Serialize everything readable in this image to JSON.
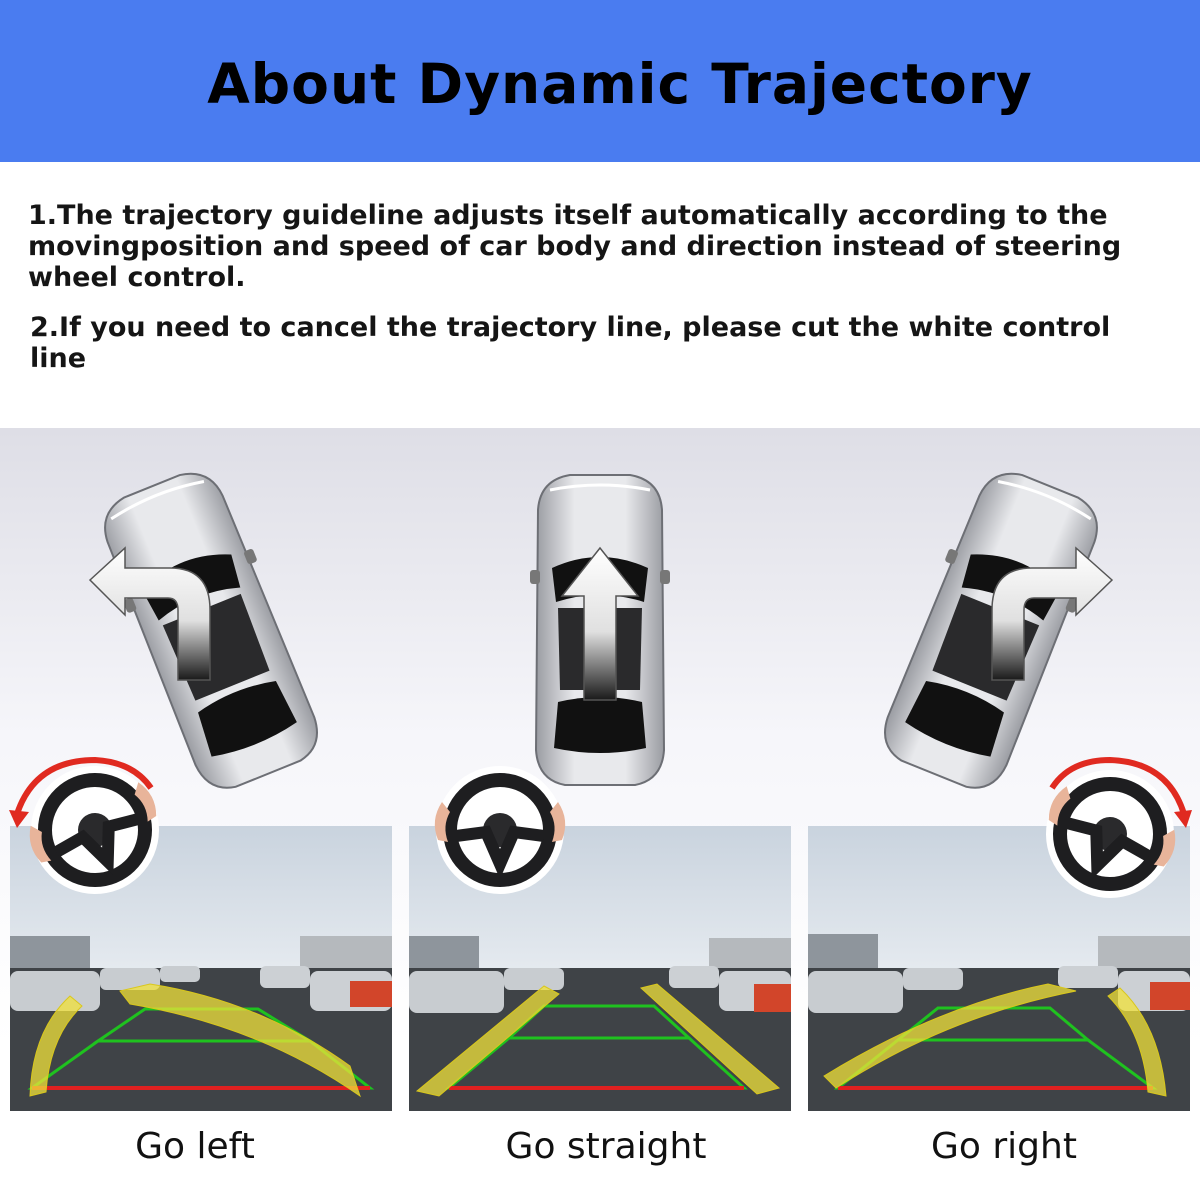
{
  "header": {
    "title": "About Dynamic Trajectory"
  },
  "notes": [
    {
      "text": "1.The trajectory guideline adjusts itself automatically according to the movingposition and speed of car body and direction instead of steering wheel control."
    },
    {
      "text": "2.If you need to cancel the trajectory line, please cut the white control line"
    }
  ],
  "panels": [
    {
      "caption": "Go left",
      "direction": "left",
      "car_icon": "car-turning-left",
      "arrow_icon": "turn-left-arrow",
      "wheel_icon": "steering-wheel-turn-left"
    },
    {
      "caption": "Go straight",
      "direction": "straight",
      "car_icon": "car-straight",
      "arrow_icon": "straight-arrow",
      "wheel_icon": "steering-wheel-straight"
    },
    {
      "caption": "Go right",
      "direction": "right",
      "car_icon": "car-turning-right",
      "arrow_icon": "turn-right-arrow",
      "wheel_icon": "steering-wheel-turn-right"
    }
  ],
  "colors": {
    "banner": "#4a7cf0",
    "guide_yellow": "#f2e23a",
    "guide_green": "#1fc21f",
    "guide_red": "#e02020",
    "rotation_arrow": "#e02a20"
  }
}
